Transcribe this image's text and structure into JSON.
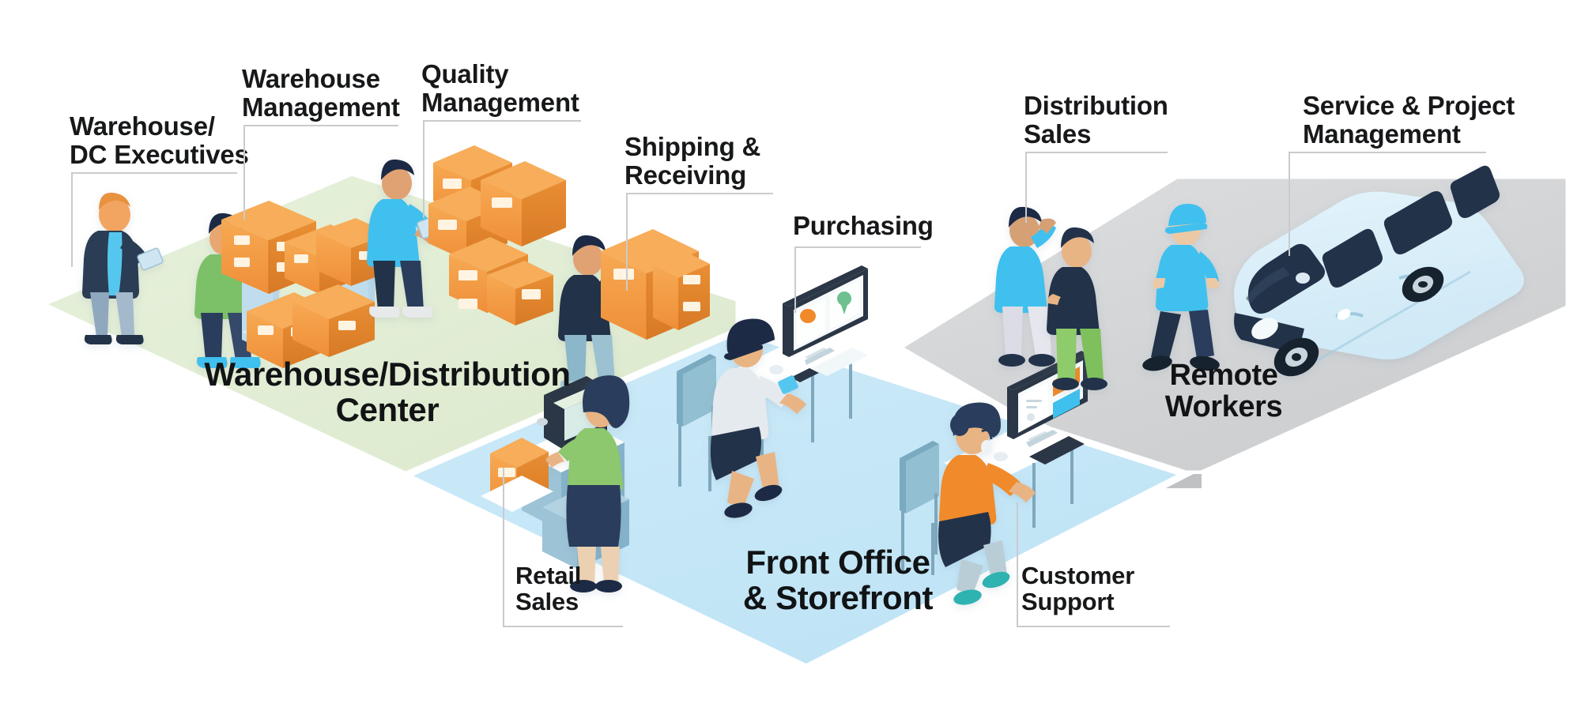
{
  "diagram": {
    "type": "isometric-infographic",
    "title_present": false,
    "background_color": "#ffffff"
  },
  "platforms": [
    {
      "id": "warehouse",
      "title": "Warehouse/Distribution\nCenter",
      "color": "#e3eed6",
      "edge_color": "#ffffff"
    },
    {
      "id": "front-office",
      "title": "Front Office\n& Storefront",
      "color": "#c5e8f7",
      "edge_color": "#ffffff"
    },
    {
      "id": "remote",
      "title": "Remote\nWorkers",
      "color": "#d2d4d6",
      "edge_color": "#ffffff"
    }
  ],
  "callouts": [
    {
      "id": "warehouse-dc-executives",
      "label": "Warehouse/\nDC Executives"
    },
    {
      "id": "warehouse-management",
      "label": "Warehouse\nManagement"
    },
    {
      "id": "quality-management",
      "label": "Quality\nManagement"
    },
    {
      "id": "shipping-receiving",
      "label": "Shipping &\nReceiving"
    },
    {
      "id": "purchasing",
      "label": "Purchasing"
    },
    {
      "id": "distribution-sales",
      "label": "Distribution\nSales"
    },
    {
      "id": "service-project-management",
      "label": "Service & Project\nManagement"
    },
    {
      "id": "retail-sales",
      "label": "Retail\nSales"
    },
    {
      "id": "customer-support",
      "label": "Customer\nSupport"
    }
  ],
  "colors": {
    "green_platform": "#e3eed6",
    "blue_platform": "#c5e8f7",
    "gray_platform": "#d2d4d6",
    "box_orange": "#ef8f38",
    "box_orange_light": "#f5a24c",
    "box_orange_dark": "#d97b2a",
    "accent_cyan": "#3fc0ee",
    "navy": "#23344f",
    "green_shirt": "#7bc067",
    "orange_shirt": "#f08a2a",
    "leader_line": "#c9cbcd",
    "text": "#17181a"
  },
  "scene_elements": [
    {
      "name": "executive-with-tablet",
      "platform": "warehouse"
    },
    {
      "name": "worker-scanning-shelf",
      "platform": "warehouse"
    },
    {
      "name": "pallet-racking-with-boxes",
      "platform": "warehouse"
    },
    {
      "name": "inspector-with-tablet",
      "platform": "warehouse"
    },
    {
      "name": "stacked-carton-cluster",
      "platform": "warehouse"
    },
    {
      "name": "shipping-worker-with-carton",
      "platform": "warehouse"
    },
    {
      "name": "retail-clerk-at-pos-counter",
      "platform": "front-office"
    },
    {
      "name": "purchasing-agent-at-desk",
      "platform": "front-office"
    },
    {
      "name": "support-agent-with-headset",
      "platform": "front-office"
    },
    {
      "name": "sales-rep-on-phone",
      "platform": "remote"
    },
    {
      "name": "sales-rep-standing",
      "platform": "remote"
    },
    {
      "name": "field-technician-walking",
      "platform": "remote"
    },
    {
      "name": "service-van",
      "platform": "remote"
    }
  ]
}
